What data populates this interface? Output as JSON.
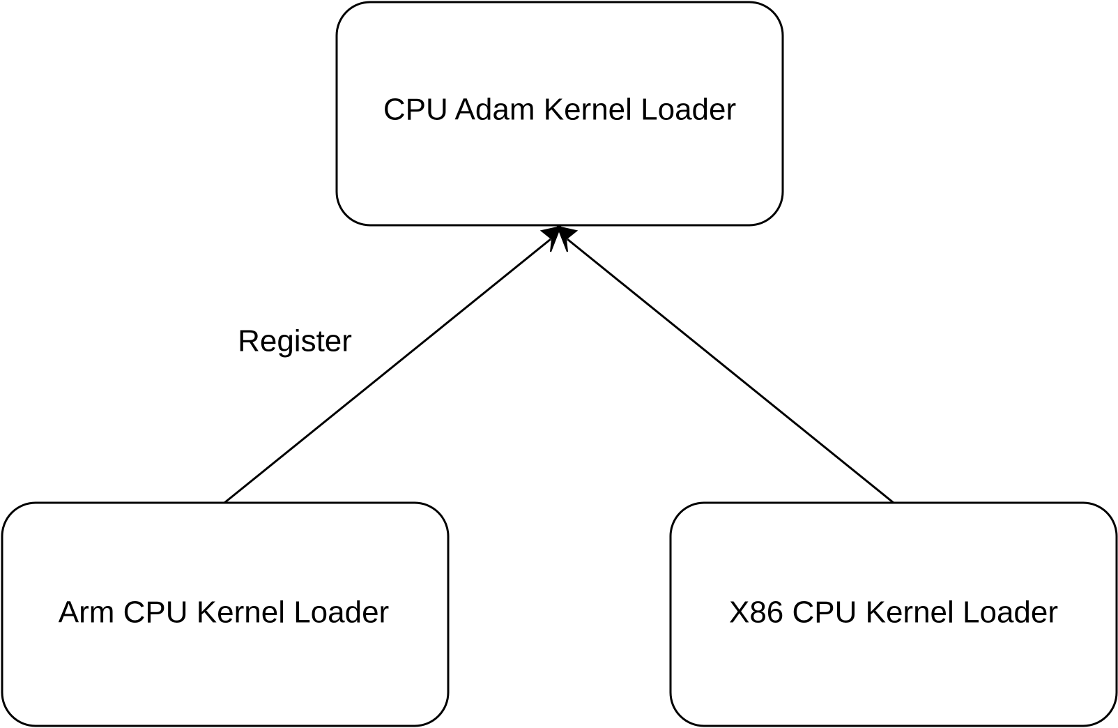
{
  "nodes": {
    "top": {
      "label": "CPU Adam Kernel Loader"
    },
    "left": {
      "label": "Arm CPU Kernel Loader"
    },
    "right": {
      "label": "X86 CPU Kernel Loader"
    }
  },
  "edges": {
    "left_to_top": {
      "label": "Register"
    },
    "right_to_top": {
      "label": ""
    }
  },
  "colors": {
    "stroke": "#000000",
    "fill": "#ffffff",
    "background": "#ffffff"
  }
}
